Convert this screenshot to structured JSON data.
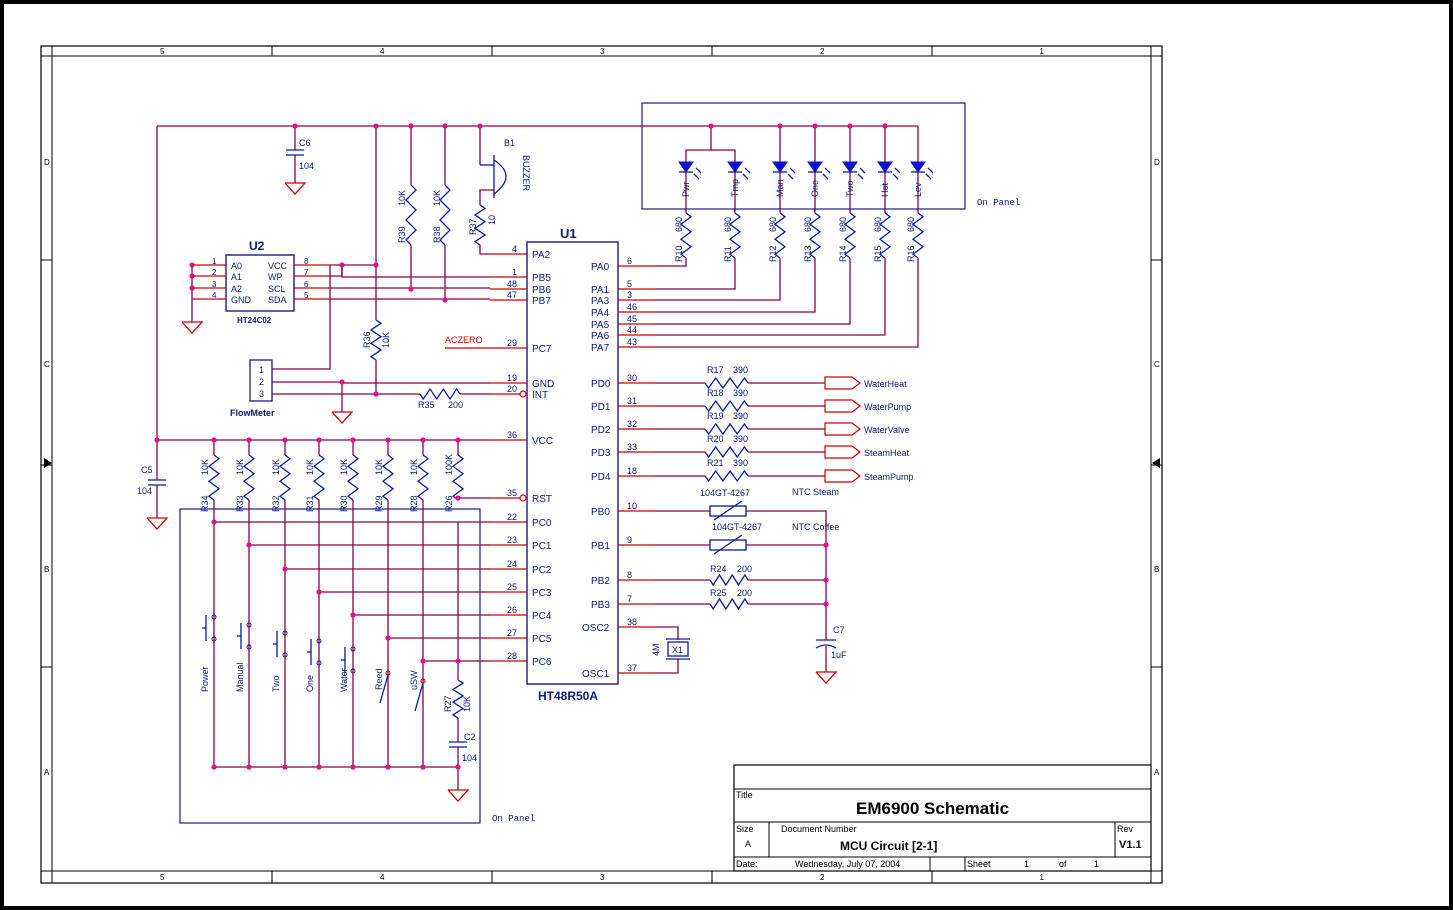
{
  "border": {
    "cols": [
      "5",
      "4",
      "3",
      "2",
      "1"
    ],
    "rows": [
      "D",
      "C",
      "B",
      "A"
    ]
  },
  "title_block": {
    "title_label": "Title",
    "title": "EM6900 Schematic",
    "size_label": "Size",
    "size": "A",
    "docnum_label": "Document Number",
    "docnum": "MCU Circuit [2-1]",
    "rev_label": "Rev",
    "rev": "V1.1",
    "date_label": "Date:",
    "date": "Wednesday, July 07, 2004",
    "sheet_label": "Sheet",
    "sheet": "1",
    "of_label": "of",
    "of": "1"
  },
  "u1": {
    "name": "U1",
    "part": "HT48R50A",
    "left_pins": [
      {
        "num": "4",
        "name": "PA2"
      },
      {
        "num": "1",
        "name": "PB5"
      },
      {
        "num": "48",
        "name": "PB6"
      },
      {
        "num": "47",
        "name": "PB7"
      },
      {
        "num": "29",
        "name": "PC7"
      },
      {
        "num": "19",
        "name": "GND"
      },
      {
        "num": "20",
        "name": "INT"
      },
      {
        "num": "36",
        "name": "VCC"
      },
      {
        "num": "35",
        "name": "RST"
      },
      {
        "num": "22",
        "name": "PC0"
      },
      {
        "num": "23",
        "name": "PC1"
      },
      {
        "num": "24",
        "name": "PC2"
      },
      {
        "num": "25",
        "name": "PC3"
      },
      {
        "num": "26",
        "name": "PC4"
      },
      {
        "num": "27",
        "name": "PC5"
      },
      {
        "num": "28",
        "name": "PC6"
      }
    ],
    "right_pins": [
      {
        "num": "6",
        "name": "PA0"
      },
      {
        "num": "5",
        "name": "PA1"
      },
      {
        "num": "3",
        "name": "PA3"
      },
      {
        "num": "46",
        "name": "PA4"
      },
      {
        "num": "45",
        "name": "PA5"
      },
      {
        "num": "44",
        "name": "PA6"
      },
      {
        "num": "43",
        "name": "PA7"
      },
      {
        "num": "30",
        "name": "PD0"
      },
      {
        "num": "31",
        "name": "PD1"
      },
      {
        "num": "32",
        "name": "PD2"
      },
      {
        "num": "33",
        "name": "PD3"
      },
      {
        "num": "18",
        "name": "PD4"
      },
      {
        "num": "10",
        "name": "PB0"
      },
      {
        "num": "9",
        "name": "PB1"
      },
      {
        "num": "8",
        "name": "PB2"
      },
      {
        "num": "7",
        "name": "PB3"
      },
      {
        "num": "38",
        "name": "OSC2"
      },
      {
        "num": "37",
        "name": "OSC1"
      }
    ]
  },
  "u2": {
    "name": "U2",
    "part": "HT24C02",
    "left_pins": [
      {
        "num": "1",
        "name": "A0"
      },
      {
        "num": "2",
        "name": "A1"
      },
      {
        "num": "3",
        "name": "A2"
      },
      {
        "num": "4",
        "name": "GND"
      }
    ],
    "right_pins": [
      {
        "num": "8",
        "name": "VCC"
      },
      {
        "num": "7",
        "name": "WP"
      },
      {
        "num": "6",
        "name": "SCL"
      },
      {
        "num": "5",
        "name": "SDA"
      }
    ]
  },
  "flowmeter": {
    "name": "FlowMeter",
    "pins": [
      "1",
      "2",
      "3"
    ]
  },
  "aczero": "ACZERO",
  "c6": {
    "ref": "C6",
    "val": "104"
  },
  "c5": {
    "ref": "C5",
    "val": "104"
  },
  "c2": {
    "ref": "C2",
    "val": "104"
  },
  "c7": {
    "ref": "C7",
    "val": "1uF"
  },
  "b1": {
    "ref": "B1",
    "val": "BUZZER"
  },
  "r37": {
    "ref": "R37",
    "val": "10"
  },
  "r39": {
    "ref": "R39",
    "val": "10K"
  },
  "r38": {
    "ref": "R38",
    "val": "10K"
  },
  "r36": {
    "ref": "R36",
    "val": "10K"
  },
  "r35": {
    "ref": "R35",
    "val": "200"
  },
  "r27": {
    "ref": "R27",
    "val": "10K"
  },
  "x1": {
    "ref": "X1",
    "val": "4M"
  },
  "leds": [
    {
      "name": "Pwr",
      "r": "R10",
      "v": "680"
    },
    {
      "name": "Tmp",
      "r": "R11",
      "v": "680"
    },
    {
      "name": "Man",
      "r": "R12",
      "v": "680"
    },
    {
      "name": "One",
      "r": "R13",
      "v": "680"
    },
    {
      "name": "Two",
      "r": "R14",
      "v": "680"
    },
    {
      "name": "Hot",
      "r": "R15",
      "v": "680"
    },
    {
      "name": "Lev",
      "r": "R16",
      "v": "680"
    }
  ],
  "outputs": [
    {
      "r": "R17",
      "v": "390",
      "net": "WaterHeat"
    },
    {
      "r": "R18",
      "v": "390",
      "net": "WaterPump"
    },
    {
      "r": "R19",
      "v": "390",
      "net": "WaterValve"
    },
    {
      "r": "R20",
      "v": "390",
      "net": "SteamHeat"
    },
    {
      "r": "R21",
      "v": "390",
      "net": "SteamPump"
    }
  ],
  "ntc": [
    {
      "part": "104GT-4267",
      "label": "NTC Steam"
    },
    {
      "part": "104GT-4267",
      "label": "NTC Coffee"
    }
  ],
  "r24": {
    "ref": "R24",
    "val": "200"
  },
  "r25": {
    "ref": "R25",
    "val": "200"
  },
  "pullups": [
    {
      "r": "R34",
      "v": "10K"
    },
    {
      "r": "R33",
      "v": "10K"
    },
    {
      "r": "R32",
      "v": "10K"
    },
    {
      "r": "R31",
      "v": "10K"
    },
    {
      "r": "R30",
      "v": "10K"
    },
    {
      "r": "R29",
      "v": "10K"
    },
    {
      "r": "R28",
      "v": "10K"
    },
    {
      "r": "R26",
      "v": "100K"
    }
  ],
  "switches": [
    "Power",
    "Manual",
    "Two",
    "One",
    "Water",
    "Reed",
    "uSW"
  ],
  "on_panel": "On Panel"
}
